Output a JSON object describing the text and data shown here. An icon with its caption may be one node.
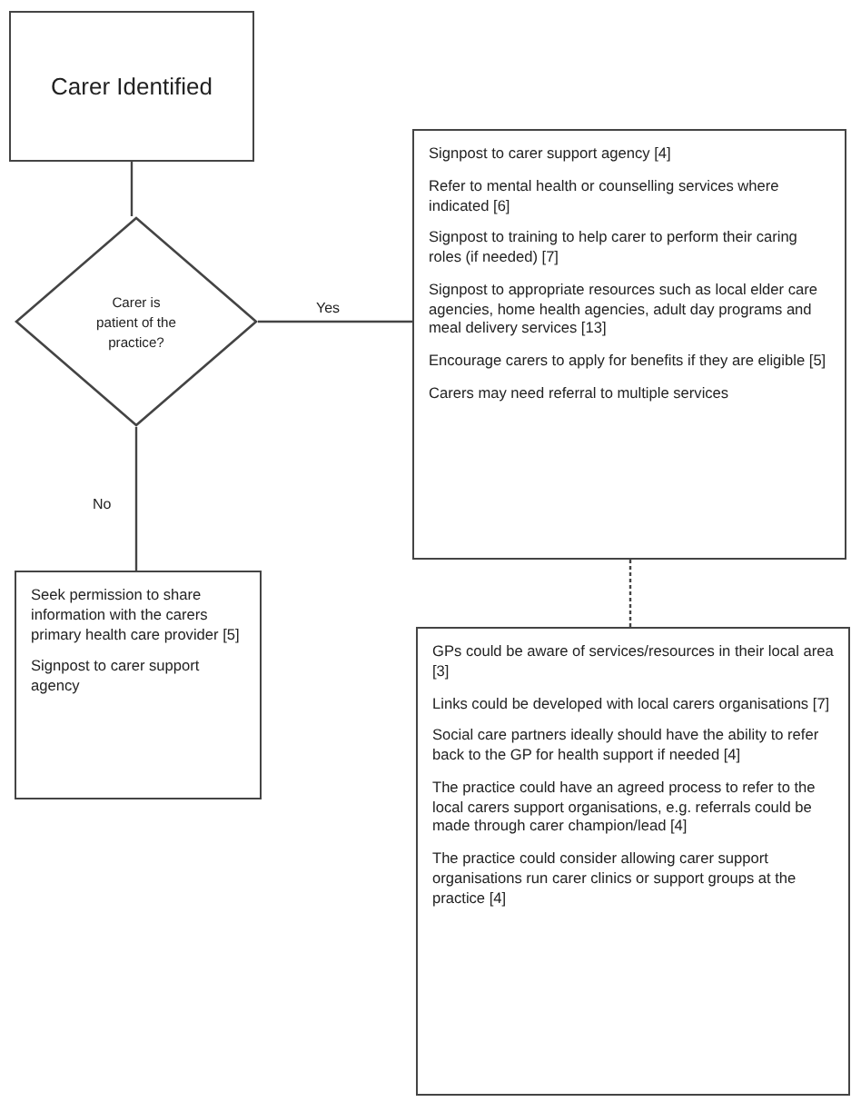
{
  "diagram": {
    "nodes": [
      {
        "text": [
          "Carer Identified"
        ]
      },
      {
        "text": [
          "Carer is patient of the practice?"
        ]
      },
      {
        "text": [
          "Signpost to carer support agency [4]",
          "Refer to mental health or counselling services where indicated [6]",
          "Signpost to training to help carer to perform their caring roles (if needed) [7]",
          "Signpost to appropriate resources such as local elder care agencies, home health agencies, adult day programs and meal delivery services [13]",
          "Encourage carers to apply for benefits if they are eligible [5]",
          "Carers may need referral to multiple services"
        ]
      },
      {
        "text": [
          "Seek permission to share information with the carers primary health care provider [5]",
          "Signpost to carer support agency"
        ]
      },
      {
        "text": [
          "GPs could be aware of services/resources in their local area [3]",
          "Links could be developed with local carers organisations [7]",
          "Social care partners ideally should have the ability to refer back to the GP for health support if needed [4]",
          "The practice could have an agreed process to refer to the local carers support organisations, e.g. referrals could be made through carer champion/lead [4]",
          "The practice could consider allowing carer support organisations run carer clinics or support groups at the practice [4]"
        ]
      }
    ],
    "edges": [
      {
        "from": 0,
        "to": 1,
        "arrow": "none"
      },
      {
        "from": 1,
        "to": 2,
        "arrow": "none",
        "label": "Yes"
      },
      {
        "from": 1,
        "to": 3,
        "arrow": "none",
        "label": "No"
      },
      {
        "from": 2,
        "to": 4,
        "arrow": "none",
        "style": "dashed"
      }
    ]
  }
}
